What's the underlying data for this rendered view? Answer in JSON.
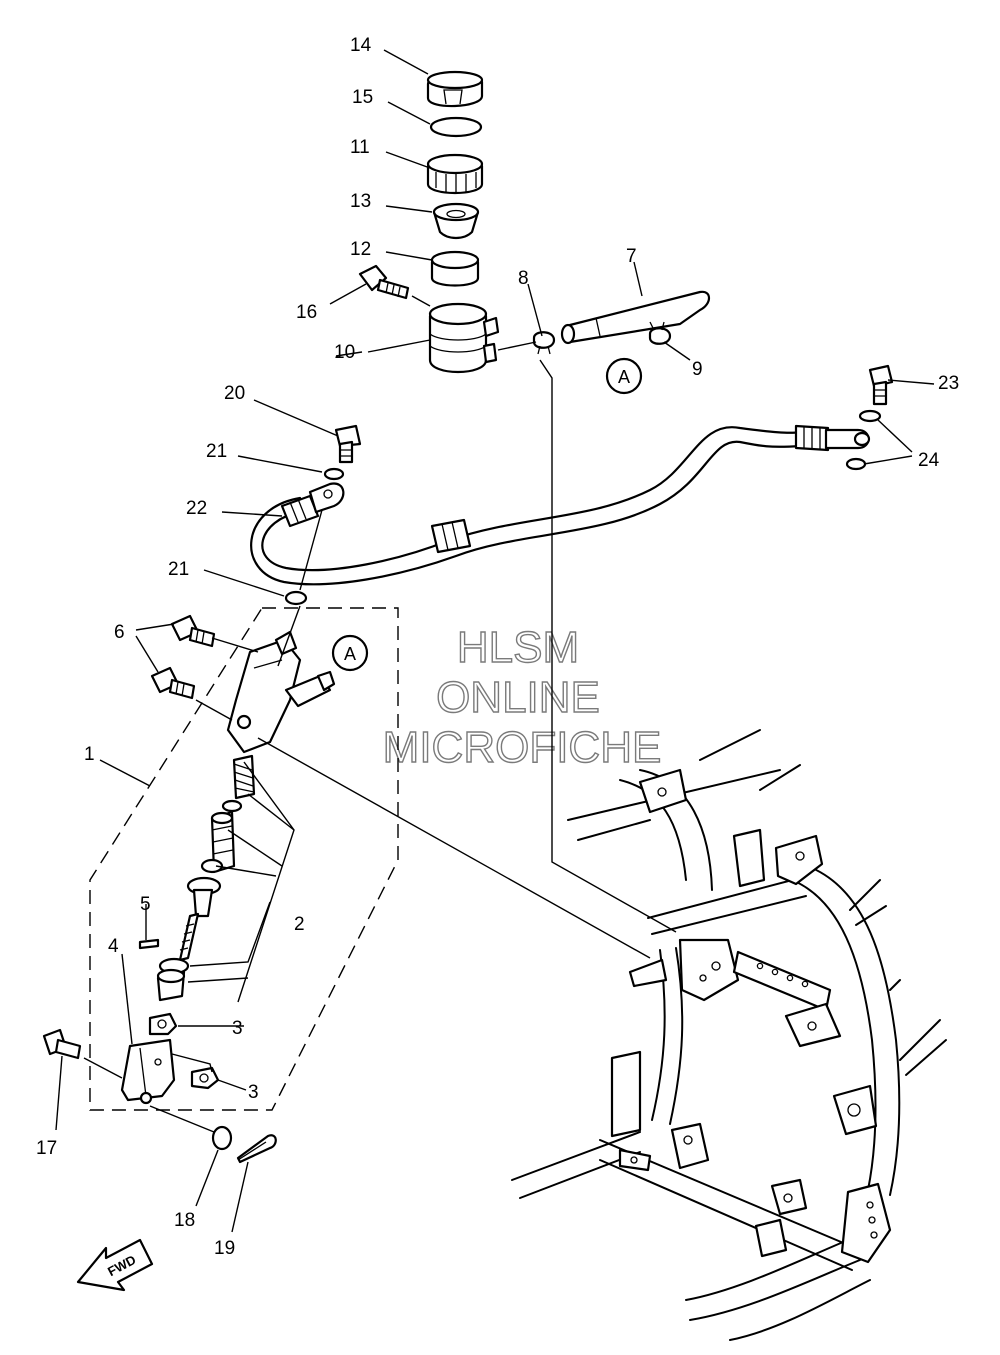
{
  "watermark": {
    "line1": "HLSM",
    "line2": "ONLINE",
    "line3": "MICROFICHE"
  },
  "labels": {
    "n1": "1",
    "n2": "2",
    "n3a": "3",
    "n3b": "3",
    "n4": "4",
    "n5": "5",
    "n6": "6",
    "n7": "7",
    "n8": "8",
    "n9": "9",
    "n10": "10",
    "n11": "11",
    "n12": "12",
    "n13": "13",
    "n14": "14",
    "n15": "15",
    "n16": "16",
    "n17": "17",
    "n18": "18",
    "n19": "19",
    "n20": "20",
    "n21a": "21",
    "n21b": "21",
    "n22": "22",
    "n23": "23",
    "n24": "24"
  },
  "refs": {
    "a_top": "A",
    "a_mid": "A"
  },
  "fwd_arrow": "FWD",
  "colors": {
    "line": "#000000",
    "background": "#ffffff",
    "watermark": "#7a7a7a"
  }
}
